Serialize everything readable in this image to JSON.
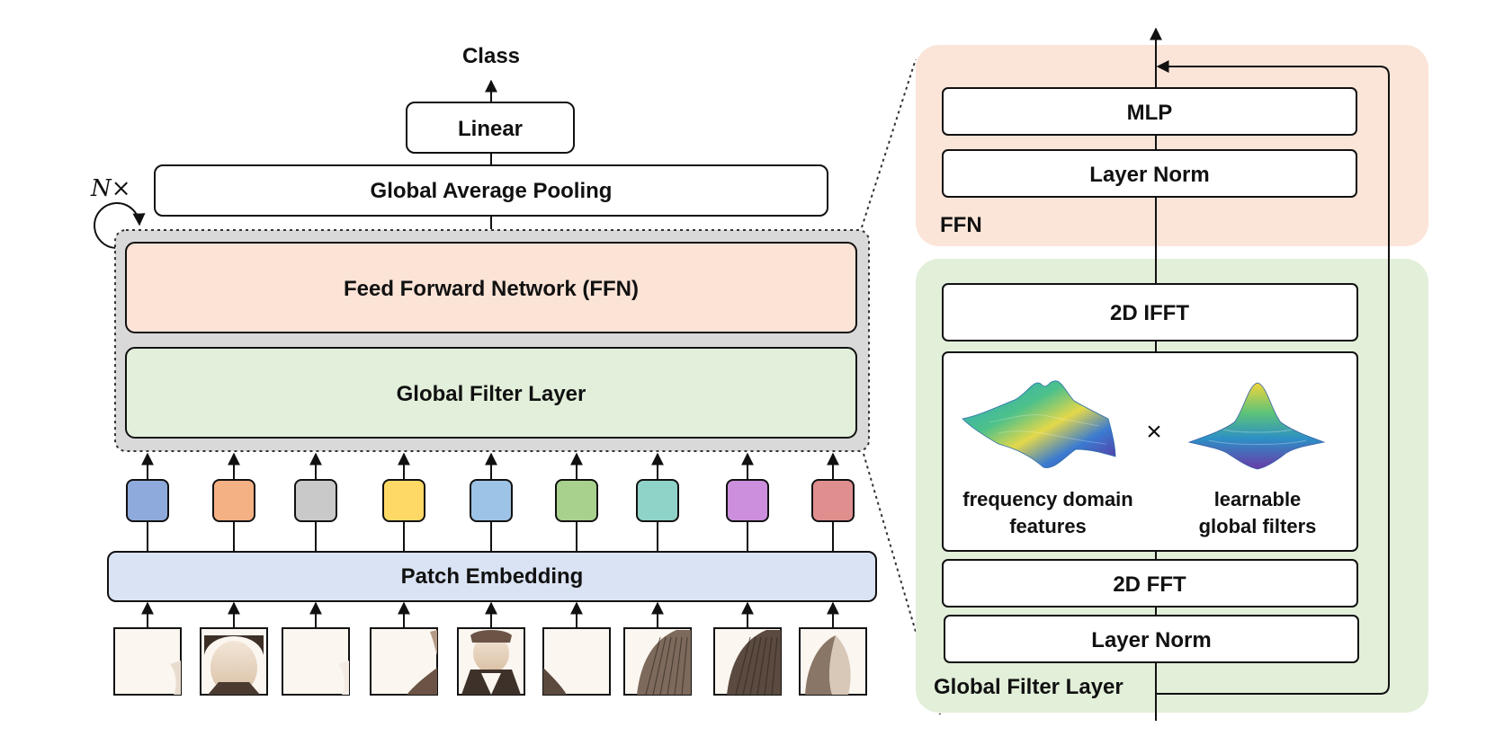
{
  "left": {
    "class_label": "Class",
    "linear_label": "Linear",
    "gap_label": "Global Average Pooling",
    "repeat_label": "N×",
    "ffn_label": "Feed Forward Network (FFN)",
    "gfl_label": "Global Filter Layer",
    "patch_embedding_label": "Patch Embedding",
    "tokens": [
      {
        "color": "#8eaadc"
      },
      {
        "color": "#f4b183"
      },
      {
        "color": "#c9c9c9"
      },
      {
        "color": "#ffd966"
      },
      {
        "color": "#9dc3e6"
      },
      {
        "color": "#a9d18e"
      },
      {
        "color": "#8fd3c8"
      },
      {
        "color": "#cc8fde"
      },
      {
        "color": "#e08f8f"
      }
    ],
    "patch_count": 9
  },
  "right": {
    "ffn_section_label": "FFN",
    "gfl_section_label": "Global Filter Layer",
    "mlp_label": "MLP",
    "layer_norm_top_label": "Layer Norm",
    "ifft_label": "2D IFFT",
    "fft_label": "2D FFT",
    "layer_norm_bottom_label": "Layer Norm",
    "multiply_symbol": "×",
    "freq_features_line1": "frequency domain",
    "freq_features_line2": "features",
    "filters_line1": "learnable",
    "filters_line2": "global filters"
  },
  "colors": {
    "ffn_fill": "#fbe3d6",
    "gfl_fill": "#e2efda",
    "patch_embedding_fill": "#dae3f3",
    "block_group_fill": "#d9d9d9",
    "ffn_panel_fill": "#fbe5d8",
    "gfl_panel_fill": "#e2efd9"
  }
}
